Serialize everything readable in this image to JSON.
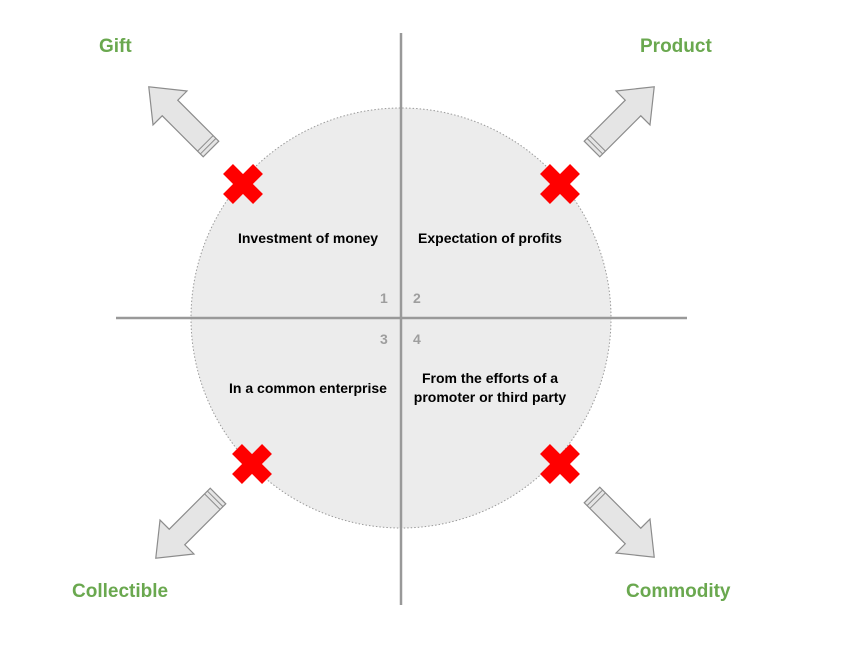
{
  "colors": {
    "label_green": "#6aa84f",
    "circle_fill": "#ececec",
    "axis": "#999999",
    "cross_red": "#ff0000",
    "arrow_fill": "#e5e5e5",
    "arrow_stroke": "#8c8c8c"
  },
  "corners": {
    "top_left": "Gift",
    "top_right": "Product",
    "bottom_left": "Collectible",
    "bottom_right": "Commodity"
  },
  "quadrants": [
    {
      "number": "1",
      "text": "Investment of money"
    },
    {
      "number": "2",
      "text": "Expectation of profits"
    },
    {
      "number": "3",
      "text": "In a common enterprise"
    },
    {
      "number": "4",
      "text": "From the efforts of a promoter or third party"
    }
  ],
  "icons": {
    "cross": "x-mark-icon",
    "arrow": "diagonal-arrow-icon"
  }
}
